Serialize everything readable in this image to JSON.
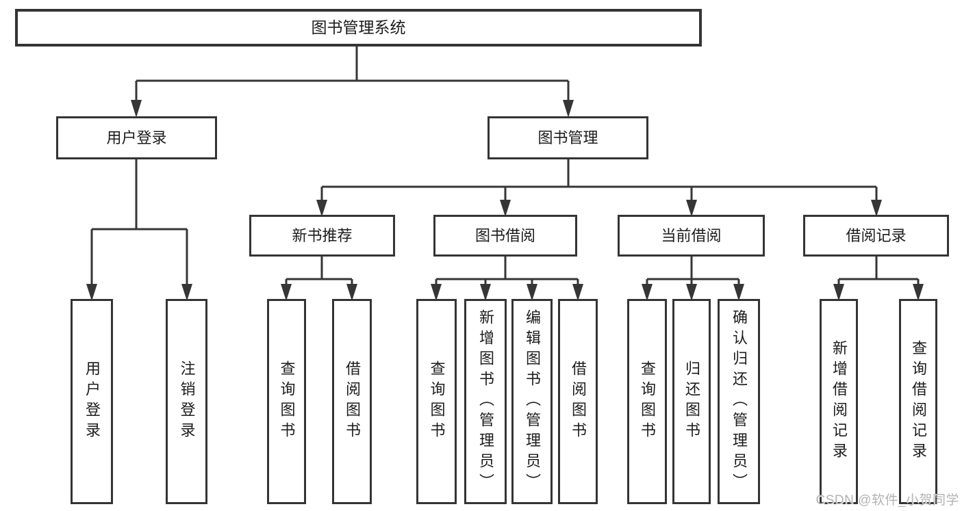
{
  "tree": {
    "label": "图书管理系统",
    "children": [
      {
        "label": "用户登录",
        "children": [
          {
            "label": "用户登录"
          },
          {
            "label": "注销登录"
          }
        ]
      },
      {
        "label": "图书管理",
        "children": [
          {
            "label": "新书推荐",
            "children": [
              {
                "label": "查询图书"
              },
              {
                "label": "借阅图书"
              }
            ]
          },
          {
            "label": "图书借阅",
            "children": [
              {
                "label": "查询图书"
              },
              {
                "label": "新增图书（管理员）"
              },
              {
                "label": "编辑图书（管理员）"
              },
              {
                "label": "借阅图书"
              }
            ]
          },
          {
            "label": "当前借阅",
            "children": [
              {
                "label": "查询图书"
              },
              {
                "label": "归还图书"
              },
              {
                "label": "确认归还（管理员）"
              }
            ]
          },
          {
            "label": "借阅记录",
            "children": [
              {
                "label": "新增借阅记录"
              },
              {
                "label": "查询借阅记录"
              }
            ]
          }
        ]
      }
    ]
  },
  "watermark": {
    "text": "CSDN @软件_小贺同学"
  },
  "colors": {
    "line": "#363636",
    "box_border": "#343434",
    "text": "#1c1c1c",
    "watermark": "#b2b2b2",
    "background": "#ffffff"
  }
}
